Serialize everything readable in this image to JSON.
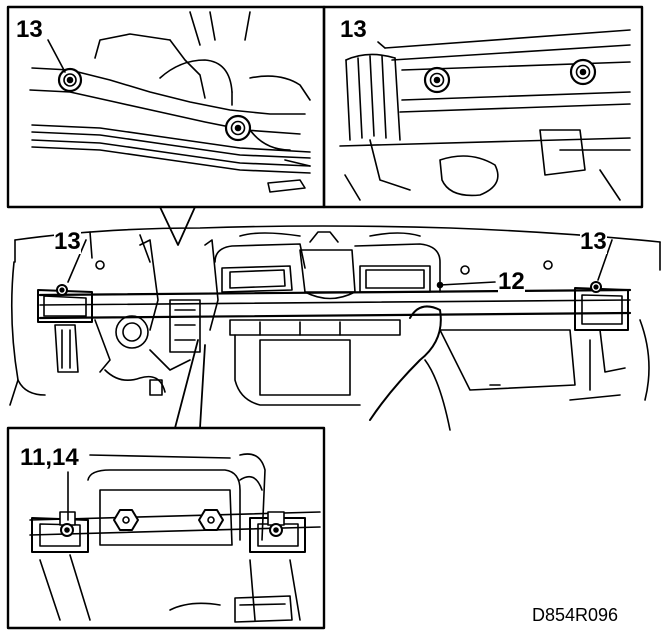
{
  "callouts": {
    "top_left_inset": "13",
    "top_right_inset": "13",
    "main_left": "13",
    "main_right": "13",
    "main_center": "12",
    "bottom_inset": "11,14"
  },
  "drawing_code": "D854R096",
  "colors": {
    "ink": "#000000",
    "paper": "#ffffff"
  }
}
